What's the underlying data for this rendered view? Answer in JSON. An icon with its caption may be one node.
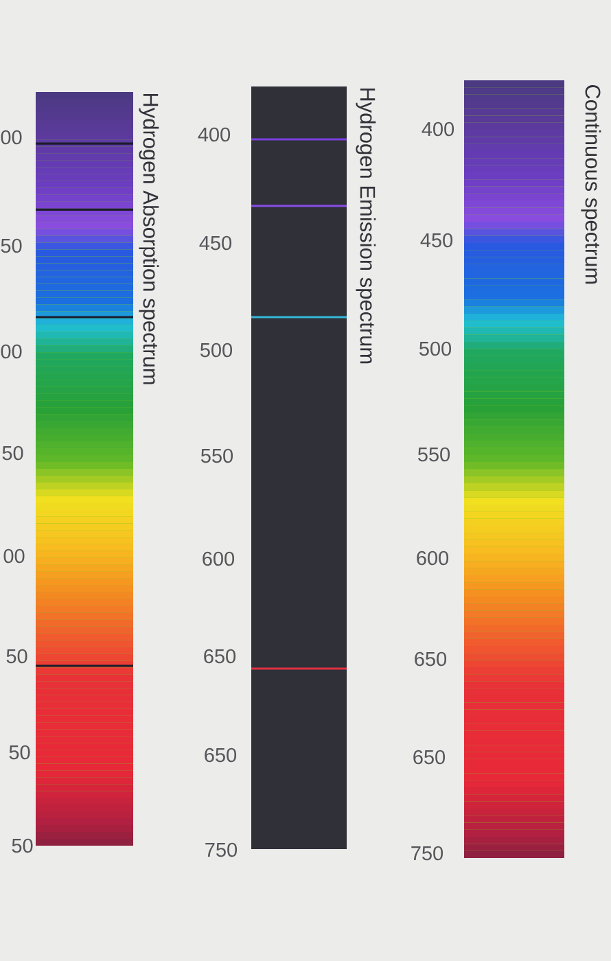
{
  "diagram": {
    "nodes": [
      {
        "text": [
          "Hydrogen Absorption spectrum"
        ],
        "beside": [
          "00",
          "50",
          "00",
          "50",
          "00",
          "50",
          "50",
          "50"
        ]
      },
      {
        "text": [
          "Hydrogen Emission spectrum"
        ],
        "beside": [
          "400",
          "450",
          "500",
          "550",
          "600",
          "650",
          "650",
          "750"
        ]
      },
      {
        "text": [
          "Continuous spectrum"
        ],
        "beside": [
          "400",
          "450",
          "500",
          "550",
          "600",
          "650",
          "650",
          "750"
        ]
      }
    ]
  }
}
